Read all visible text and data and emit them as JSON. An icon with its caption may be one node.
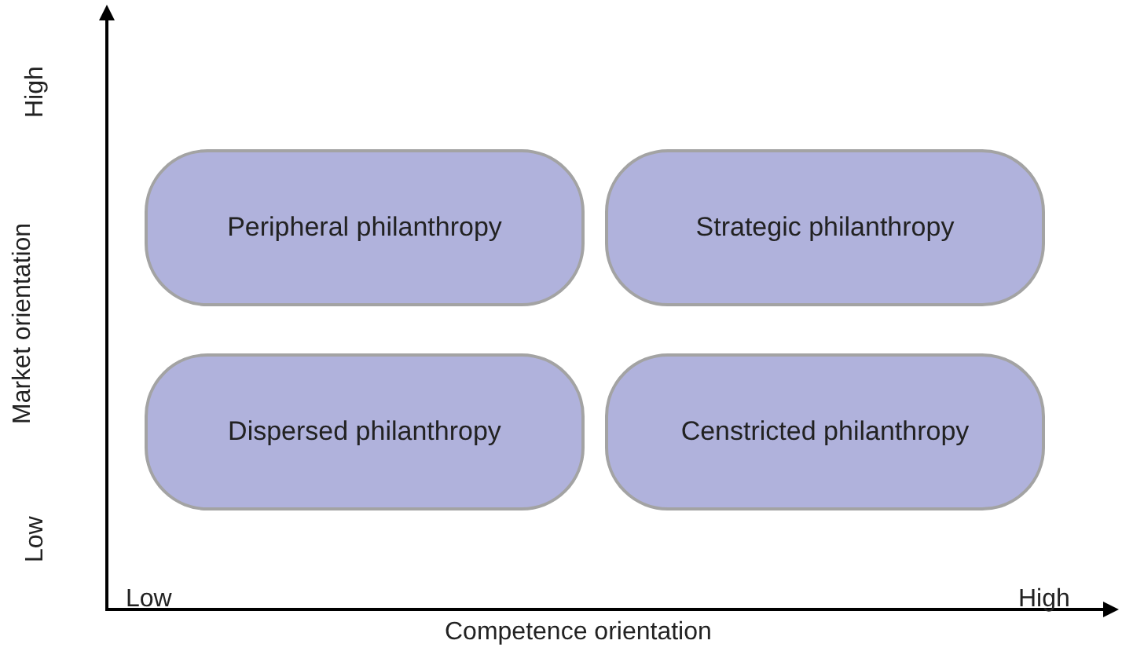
{
  "diagram": {
    "nodes": [
      {
        "text": [
          "Peripheral philanthropy"
        ]
      },
      {
        "text": [
          "Strategic philanthropy"
        ]
      },
      {
        "text": [
          "Dispersed philanthropy"
        ]
      },
      {
        "text": [
          "Censtricted philanthropy"
        ]
      }
    ],
    "labels": [
      "High",
      "Market orientation",
      "Low",
      "Low",
      "High",
      "Competence orientation"
    ]
  }
}
